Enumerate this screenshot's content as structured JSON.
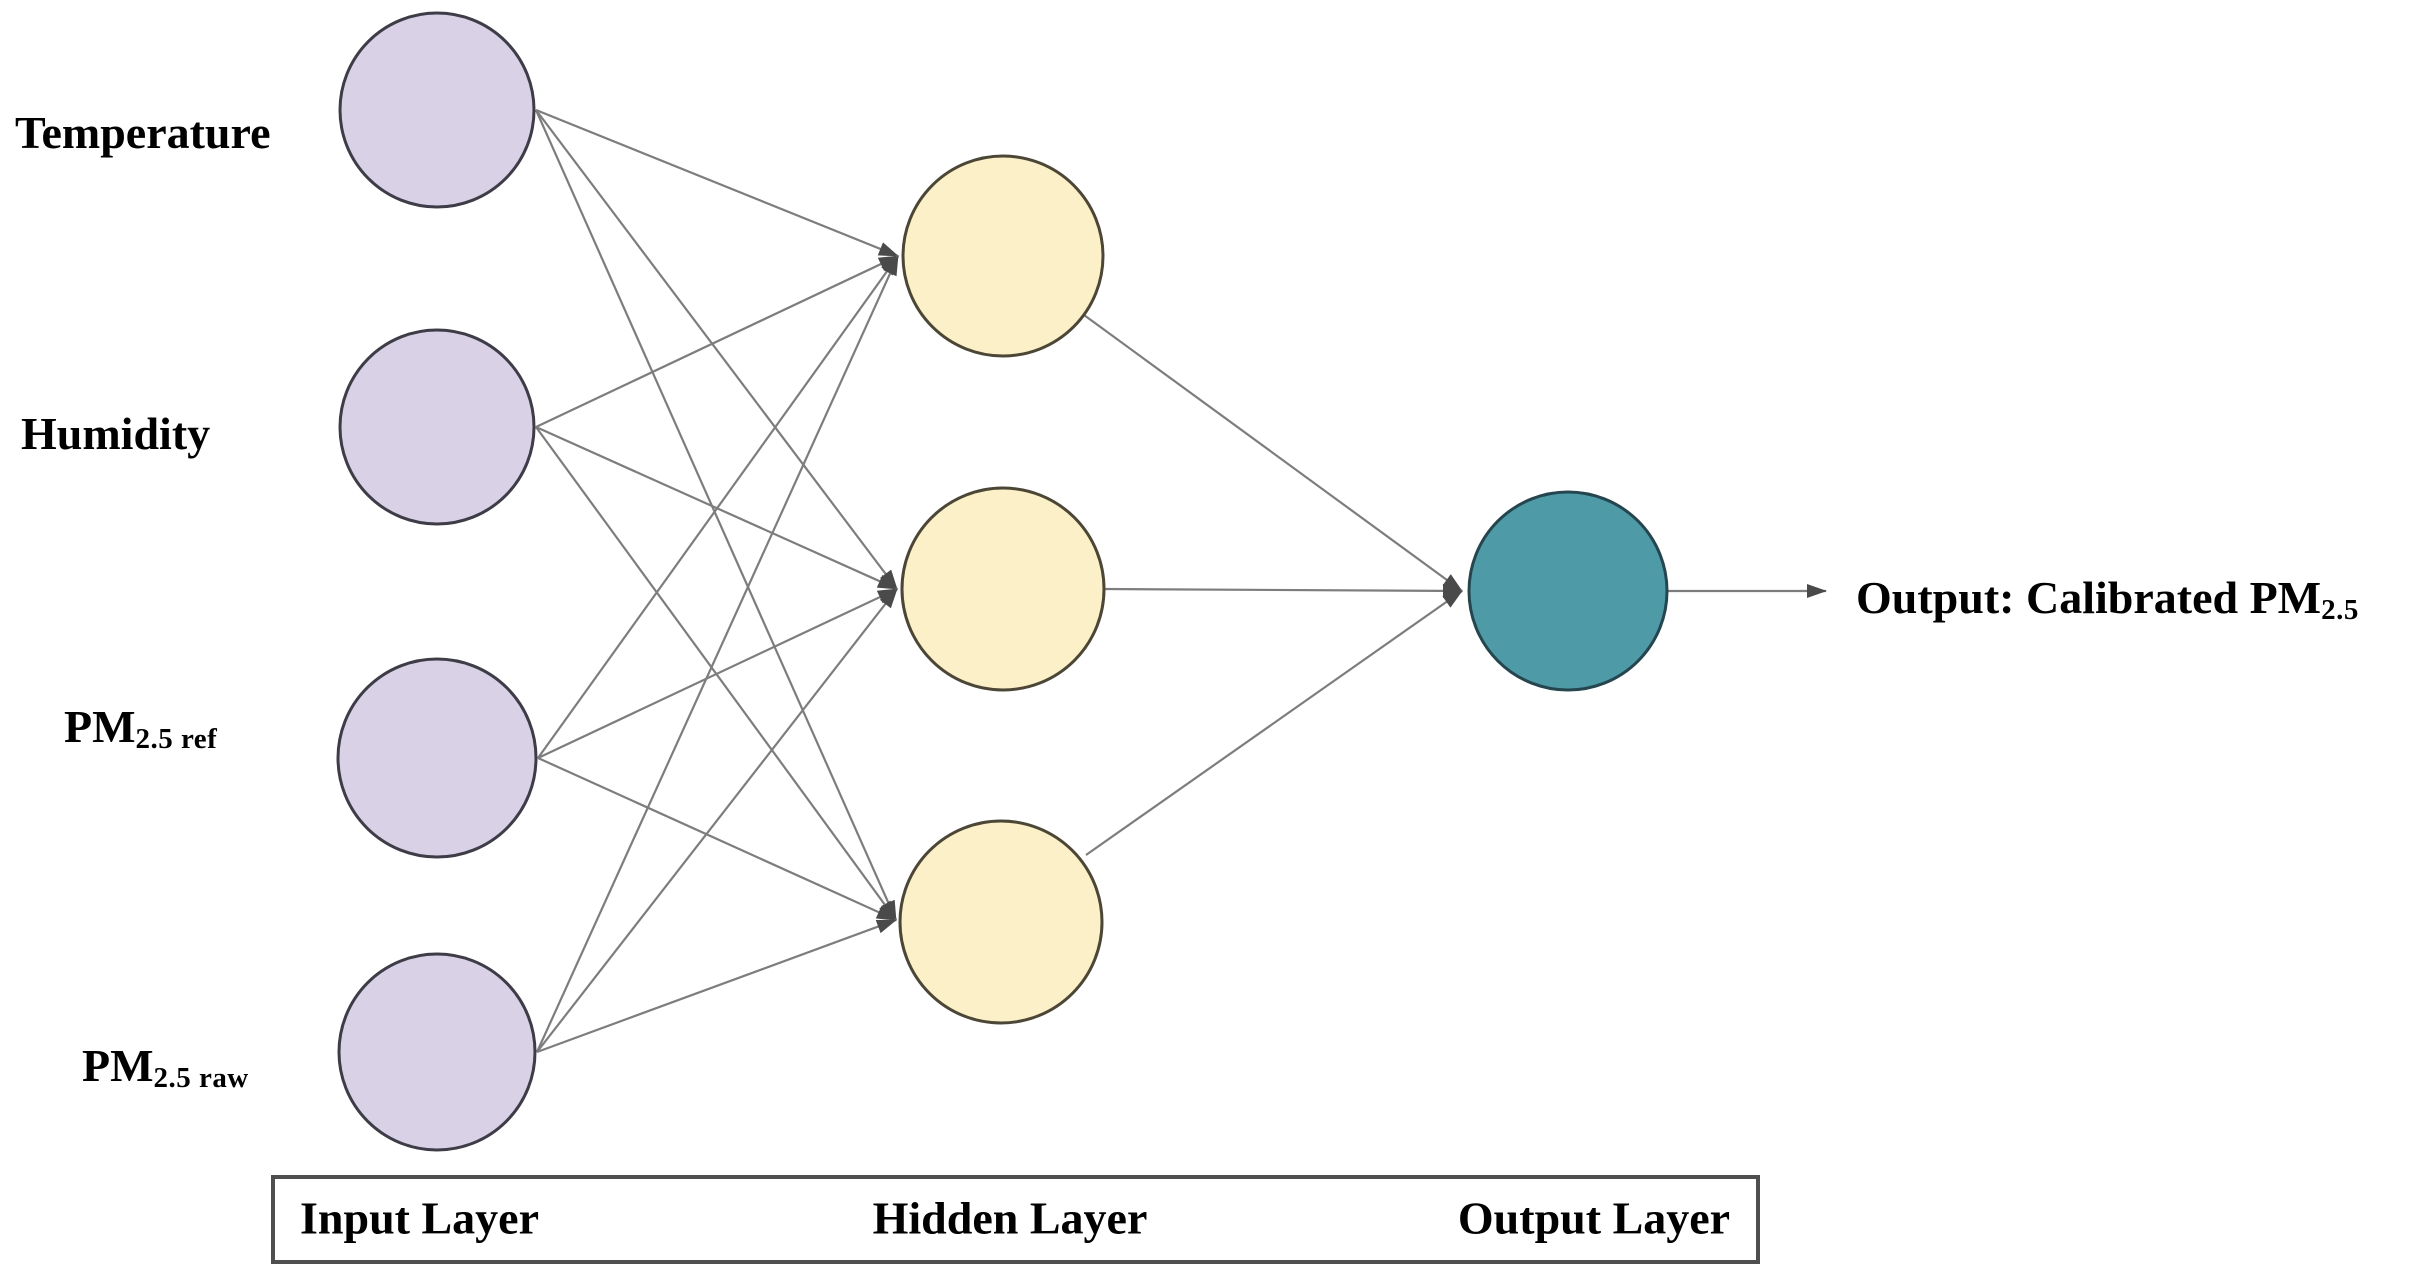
{
  "colors": {
    "background": "#ffffff",
    "input_node": "#d9d2e7",
    "input_border": "#3d3c47",
    "hidden_node": "#fbf0c7",
    "hidden_border": "#4c4636",
    "output_node": "#4e9ba7",
    "output_border": "#26464f",
    "edge": "#7d7d7d",
    "arrowhead": "#4a4a4a",
    "bar_border": "#4f4f4f",
    "text": "#000000"
  },
  "network": {
    "type": "feedforward neural network",
    "input_count": 4,
    "hidden_count": 3,
    "output_count": 1,
    "connectivity": "fully connected input-to-hidden and hidden-to-output",
    "inputs": [
      {
        "main": "Temperature",
        "sub": ""
      },
      {
        "main": "Humidity",
        "sub": ""
      },
      {
        "main": "PM",
        "sub": "2.5 ref"
      },
      {
        "main": "PM",
        "sub": "2.5 raw"
      }
    ],
    "output": {
      "main": "Output: Calibrated PM",
      "sub": "2.5"
    },
    "layers": [
      {
        "label": "Input Layer"
      },
      {
        "label": "Hidden Layer"
      },
      {
        "label": "Output Layer"
      }
    ]
  }
}
